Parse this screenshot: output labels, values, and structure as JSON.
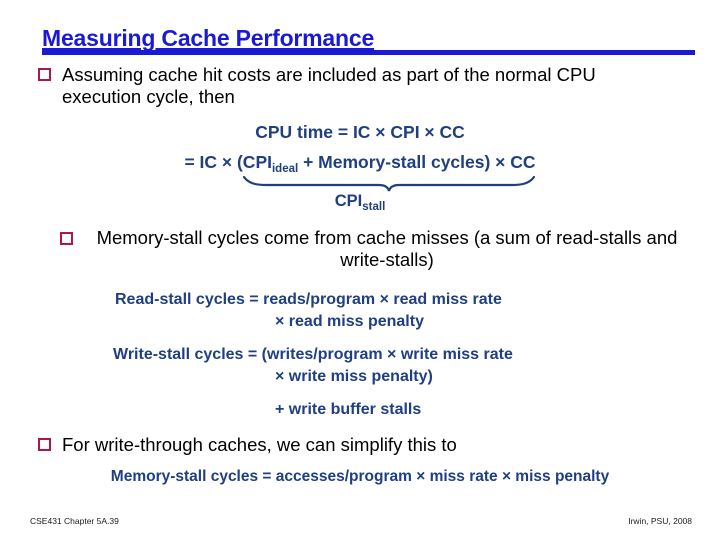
{
  "slide": {
    "title": "Measuring Cache Performance",
    "accent_color": "#1a1ad6",
    "formula_color": "#1f3f82",
    "bullet_color": "#b2144b"
  },
  "bullets": [
    {
      "text": "Assuming cache hit costs are included as part of the normal CPU execution cycle, then"
    },
    {
      "text": "Memory-stall cycles come from cache misses (a sum of read-stalls and write-stalls)"
    },
    {
      "text": "For write-through caches, we can simplify this to"
    }
  ],
  "formula": {
    "line1": "CPU time = IC × CPI × CC",
    "line2_prefix": "=  IC × (CPI",
    "line2_sub": "ideal",
    "line2_suffix": " + Memory-stall cycles) × CC",
    "brace_label_main": "CPI",
    "brace_label_sub": "stall"
  },
  "equations": {
    "read_stall": {
      "line1": "Read-stall cycles  =  reads/program × read miss rate",
      "line2": "× read miss penalty"
    },
    "write_stall": {
      "line1": "Write-stall cycles  =  (writes/program × write miss rate",
      "line2": "× write miss penalty)"
    },
    "buffer_stall": "+  write buffer stalls"
  },
  "simplified": "Memory-stall cycles = accesses/program × miss rate × miss penalty",
  "footer": {
    "left": "CSE431  Chapter 5A.39",
    "right": "Irwin, PSU, 2008"
  }
}
